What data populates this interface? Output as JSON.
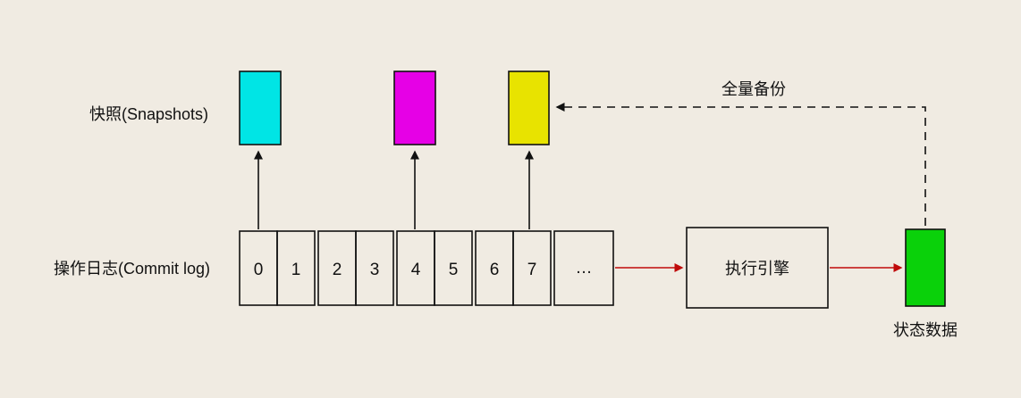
{
  "title": "Commit log and snapshots diagram",
  "labels": {
    "snapshots": "快照(Snapshots)",
    "commit_log": "操作日志(Commit log)",
    "full_backup": "全量备份",
    "engine": "执行引擎",
    "state_data": "状态数据"
  },
  "log": {
    "cells": [
      "0",
      "1",
      "2",
      "3",
      "4",
      "5",
      "6",
      "7",
      "…"
    ]
  },
  "colors": {
    "background": "#f0ebe2",
    "snapshot_1": "#00e5e5",
    "snapshot_2": "#e600e6",
    "snapshot_3": "#e8e300",
    "state_data": "#0ad10a",
    "arrow_red": "#bf0a0a",
    "stroke": "#111111"
  }
}
